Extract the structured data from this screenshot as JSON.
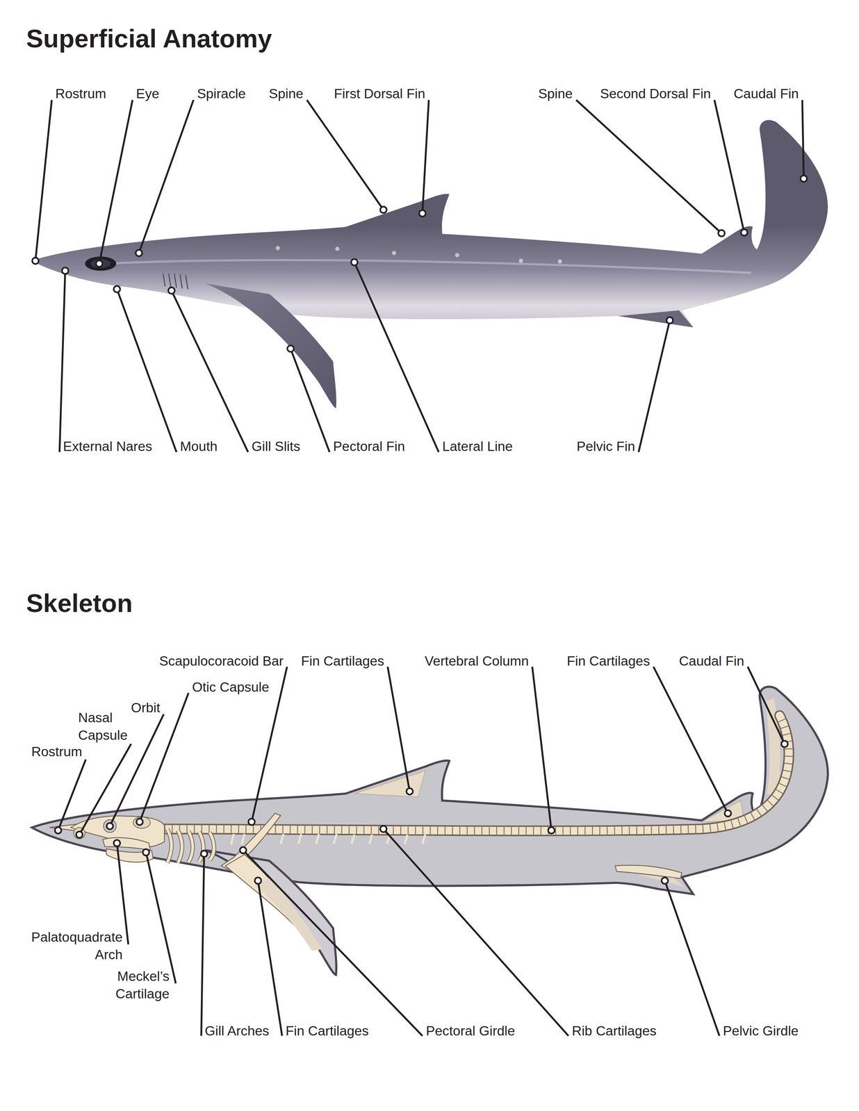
{
  "diagram": {
    "labels": [
      "Superficial Anatomy",
      "Rostrum",
      "Eye",
      "Spiracle",
      "Spine",
      "First Dorsal Fin",
      "Spine",
      "Second Dorsal Fin",
      "Caudal Fin",
      "External Nares",
      "Mouth",
      "Gill Slits",
      "Pectoral Fin",
      "Lateral Line",
      "Pelvic Fin",
      "Skeleton",
      "Scapulocoracoid Bar",
      "Fin Cartilages",
      "Vertebral Column",
      "Fin Cartilages",
      "Caudal Fin",
      "Otic Capsule",
      "Orbit",
      "Nasal Capsule",
      "Rostrum",
      "Palatoquadrate Arch",
      "Meckel’s Cartilage",
      "Gill Arches",
      "Fin Cartilages",
      "Pectoral Girdle",
      "Rib Cartilages",
      "Pelvic Girdle"
    ]
  }
}
